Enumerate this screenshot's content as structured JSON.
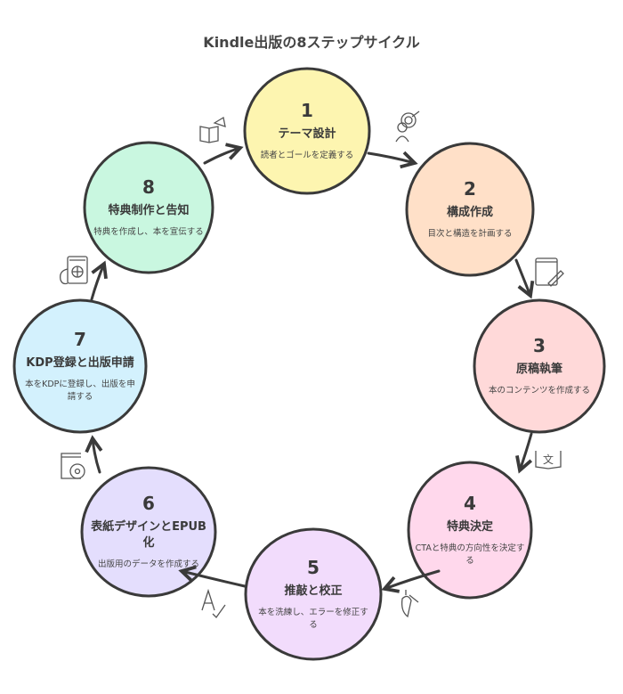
{
  "title": "Kindle出版の8ステップサイクル",
  "steps": [
    {
      "num": "1",
      "title": "テーマ設計",
      "desc": "読者とゴールを定義する",
      "color": "#fdf5b0",
      "icon": "target-person-icon"
    },
    {
      "num": "2",
      "title": "構成作成",
      "desc": "目次と構造を計画する",
      "color": "#ffe0c8",
      "icon": "notebook-pencil-icon"
    },
    {
      "num": "3",
      "title": "原稿執筆",
      "desc": "本のコンテンツを作成する",
      "color": "#ffd9d9",
      "icon": "translate-book-icon"
    },
    {
      "num": "4",
      "title": "特典決定",
      "desc": "CTAと特典の方向性を決定する",
      "color": "#ffd8ec",
      "icon": "carrot-icon"
    },
    {
      "num": "5",
      "title": "推敲と校正",
      "desc": "本を洗練し、エラーを修正する",
      "color": "#f2dcfc",
      "icon": "spellcheck-icon"
    },
    {
      "num": "6",
      "title": "表紙デザインとEPUB化",
      "desc": "出版用のデータを作成する",
      "color": "#e4defd",
      "icon": "disc-file-icon"
    },
    {
      "num": "7",
      "title": "KDP登録と出版申請",
      "desc": "本をKDPに登録し、出版を申請する",
      "color": "#d3f1fd",
      "icon": "passport-globe-icon"
    },
    {
      "num": "8",
      "title": "特典制作と告知",
      "desc": "特典を作成し、本を宣伝する",
      "color": "#c9f7e0",
      "icon": "megaphone-book-icon"
    }
  ]
}
